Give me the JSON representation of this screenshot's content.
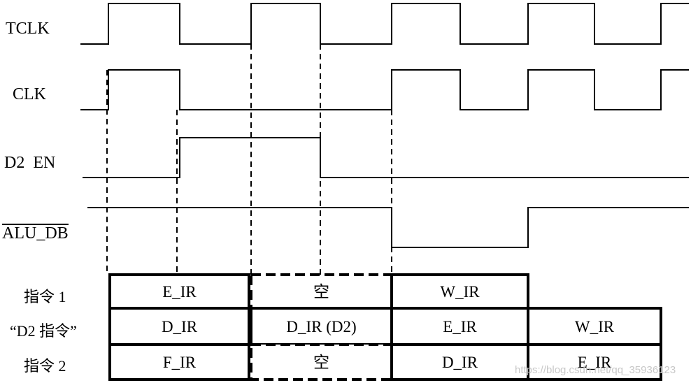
{
  "title": "D2 instruction pipeline timing diagram",
  "signals": [
    {
      "name": "TCLK",
      "label": "TCLK",
      "overline": false,
      "initial": 0,
      "transitions": [
        {
          "t": 1,
          "v": 1
        },
        {
          "t": 3,
          "v": 0
        },
        {
          "t": 5,
          "v": 1
        },
        {
          "t": 7,
          "v": 0
        },
        {
          "t": 9,
          "v": 1
        },
        {
          "t": 11,
          "v": 0
        },
        {
          "t": 13,
          "v": 1
        },
        {
          "t": 15,
          "v": 0
        },
        {
          "t": 17,
          "v": 1
        }
      ]
    },
    {
      "name": "CLK",
      "label": "CLK",
      "overline": false,
      "initial": 0,
      "transitions": [
        {
          "t": 1,
          "v": 1
        },
        {
          "t": 3,
          "v": 0
        },
        {
          "t": 9,
          "v": 1
        },
        {
          "t": 11,
          "v": 0
        },
        {
          "t": 13,
          "v": 1
        },
        {
          "t": 15,
          "v": 0
        },
        {
          "t": 17,
          "v": 1
        }
      ]
    },
    {
      "name": "D2_EN",
      "label": "D2  EN",
      "overline": false,
      "initial": 0,
      "transitions": [
        {
          "t": 3,
          "v": 1
        },
        {
          "t": 7,
          "v": 0
        }
      ]
    },
    {
      "name": "ALU_DB",
      "label": "ALU_DB",
      "overline": true,
      "initial": 1,
      "transitions": [
        {
          "t": 9,
          "v": 0
        },
        {
          "t": 13,
          "v": 1
        }
      ]
    }
  ],
  "guides": [
    1,
    3,
    5,
    7,
    9
  ],
  "pipeline": {
    "rows": [
      {
        "label": "指令 1",
        "cells": [
          {
            "text": "E_IR",
            "style": "solid",
            "span": [
              1,
              5
            ]
          },
          {
            "text": "空",
            "style": "dashed",
            "span": [
              5,
              9
            ]
          },
          {
            "text": "W_IR",
            "style": "solid",
            "span": [
              9,
              13
            ]
          }
        ]
      },
      {
        "label": "“D2 指令”",
        "cells": [
          {
            "text": "D_IR",
            "style": "solid",
            "span": [
              1,
              5
            ]
          },
          {
            "text": "D_IR (D2)",
            "style": "solid",
            "span": [
              5,
              9
            ]
          },
          {
            "text": "E_IR",
            "style": "solid",
            "span": [
              9,
              13
            ]
          },
          {
            "text": "W_IR",
            "style": "solid",
            "span": [
              13,
              17
            ]
          }
        ]
      },
      {
        "label": "指令 2",
        "cells": [
          {
            "text": "F_IR",
            "style": "solid",
            "span": [
              1,
              5
            ]
          },
          {
            "text": "空",
            "style": "dashed",
            "span": [
              5,
              9
            ]
          },
          {
            "text": "D_IR",
            "style": "solid",
            "span": [
              9,
              13
            ]
          },
          {
            "text": "E_IR",
            "style": "solid",
            "span": [
              13,
              17
            ]
          }
        ]
      }
    ]
  },
  "watermark": "https://blog.csdn.net/qq_35936123"
}
